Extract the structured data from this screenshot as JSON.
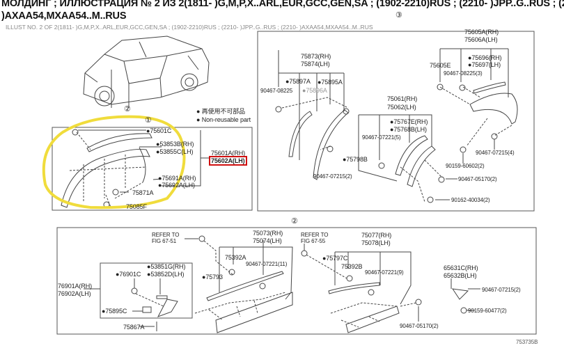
{
  "header": {
    "title_line1": "МОЛДИНГ ; ИЛЛЮСТРАЦИЯ № 2 ИЗ 2(1811- )G,M,P,X..ARL,EUR,GCC,GEN,SA ; (1902-2210)RUS ; (2210- )JPP..G..RUS ; (2210-",
    "title_line2": ")AXAA54,MXAA54..M..RUS",
    "subtitle": "ILLUST NO. 2 OF 2(1811- )G,M,P,X..ARL,EUR,GCC,GEN,SA ; (1902-2210)RUS ; (2210- )JPP..G..RUS ; (2210- )AXAA54,MXAA54..M..RUS"
  },
  "legend": {
    "jp": "● 再使用不可部品",
    "en": "● Non-reusable part"
  },
  "callouts": {
    "c1": "①",
    "c2": "②",
    "c2b": "②",
    "c3": "③"
  },
  "box1": {
    "p1": "●75601C",
    "p2": "●53853B(RH)",
    "p3": "●53855C(LH)",
    "p4": "75601A(RH)",
    "p5": "75602A(LH)",
    "p6": "●75691A(RH)",
    "p7": "●75692A(LH)",
    "p8": "75871A",
    "p9": "75085F"
  },
  "box3": {
    "p1": "75605A(RH)",
    "p2": "75606A(LH)",
    "p3": "●75696(RH)",
    "p4": "●75697(LH)",
    "p5": "75605E",
    "p6": "90467-08225(3)",
    "p7": "75873(RH)",
    "p8": "75874(LH)",
    "p9": "●75897A",
    "p10": "●75895A",
    "p11": "90467-08225",
    "p12": "●75896A",
    "p13": "75061(RH)",
    "p14": "75062(LH)",
    "p15": "●75767E(RH)",
    "p16": "●75768B(LH)",
    "p17": "90467-07221(5)",
    "p18": "90467-07215(4)",
    "p19": "●75798B",
    "p20": "90159-60602(2)",
    "p21": "90467-07215(2)",
    "p22": "90467-05170(2)",
    "p23": "90162-40034(2)"
  },
  "box2": {
    "p1": "REFER TO",
    "p2": "FIG 67-51",
    "p3": "75073(RH)",
    "p4": "75074(LH)",
    "p5": "75392A",
    "p6": "90467-07221(11)",
    "p7": "●53851G(RH)",
    "p8": "●76901C",
    "p9": "●53852D(LH)",
    "p10": "●75793",
    "p11": "76901A(RH)",
    "p12": "76902A(LH)",
    "p13": "●75895C",
    "p14": "75867A",
    "p15": "REFER TO",
    "p16": "FIG 67-55",
    "p17": "75077(RH)",
    "p18": "75078(LH)",
    "p19": "●75797C",
    "p20": "75392B",
    "p21": "90467-07221(9)",
    "p22": "65631C(RH)",
    "p23": "65632B(LH)",
    "p24": "90467-07215(2)",
    "p25": "90159-60477(2)",
    "p26": "90467-05170(2)"
  },
  "footer": {
    "illust_code": "753735B"
  },
  "colors": {
    "highlight": "#d01010",
    "annotation": "#f0dc3c"
  }
}
